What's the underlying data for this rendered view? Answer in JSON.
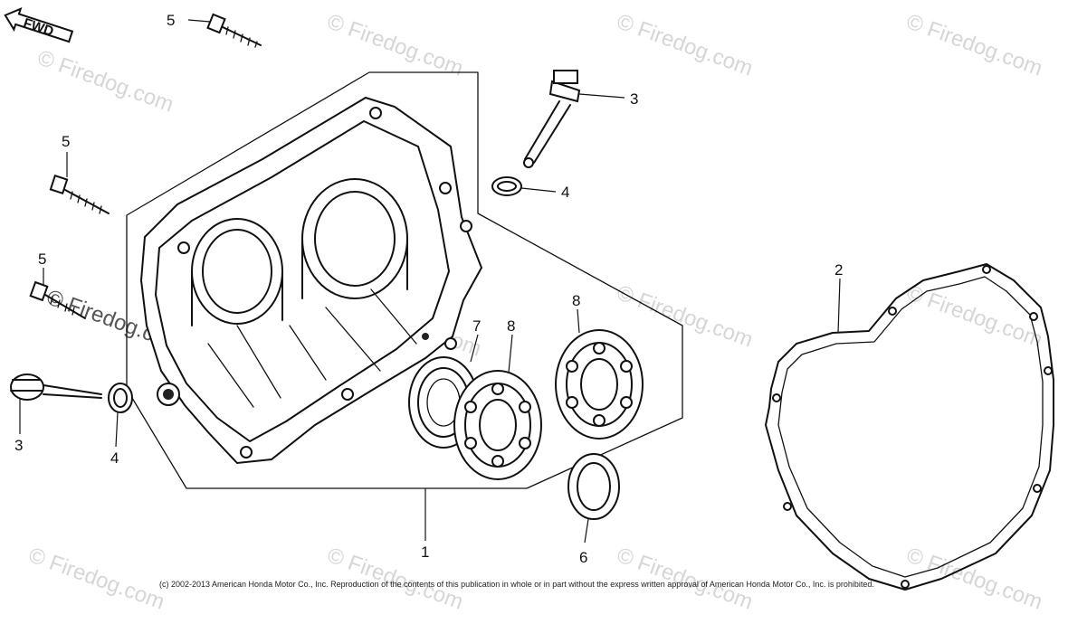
{
  "diagram": {
    "direction_arrow_label": "FWD",
    "watermark_text": "© Firedog.com",
    "callouts": {
      "crankcase_cover": "1",
      "gasket": "2",
      "oil_gauge_top": "3",
      "oil_gauge_left": "3",
      "o_ring_top": "4",
      "o_ring_left": "4",
      "bolt_top": "5",
      "bolt_middle": "5",
      "bolt_left": "5",
      "oil_seal": "6",
      "small_seal": "7",
      "bearing_front": "8",
      "bearing_rear": "8"
    },
    "copyright": "(c) 2002-2013 American Honda Motor Co., Inc. Reproduction of the contents of this publication in whole or in part without the express written approval of American Honda Motor Co., Inc. is prohibited."
  },
  "colors": {
    "line_art": "#111111",
    "background": "#ffffff",
    "watermark": "#d6d6d6"
  }
}
